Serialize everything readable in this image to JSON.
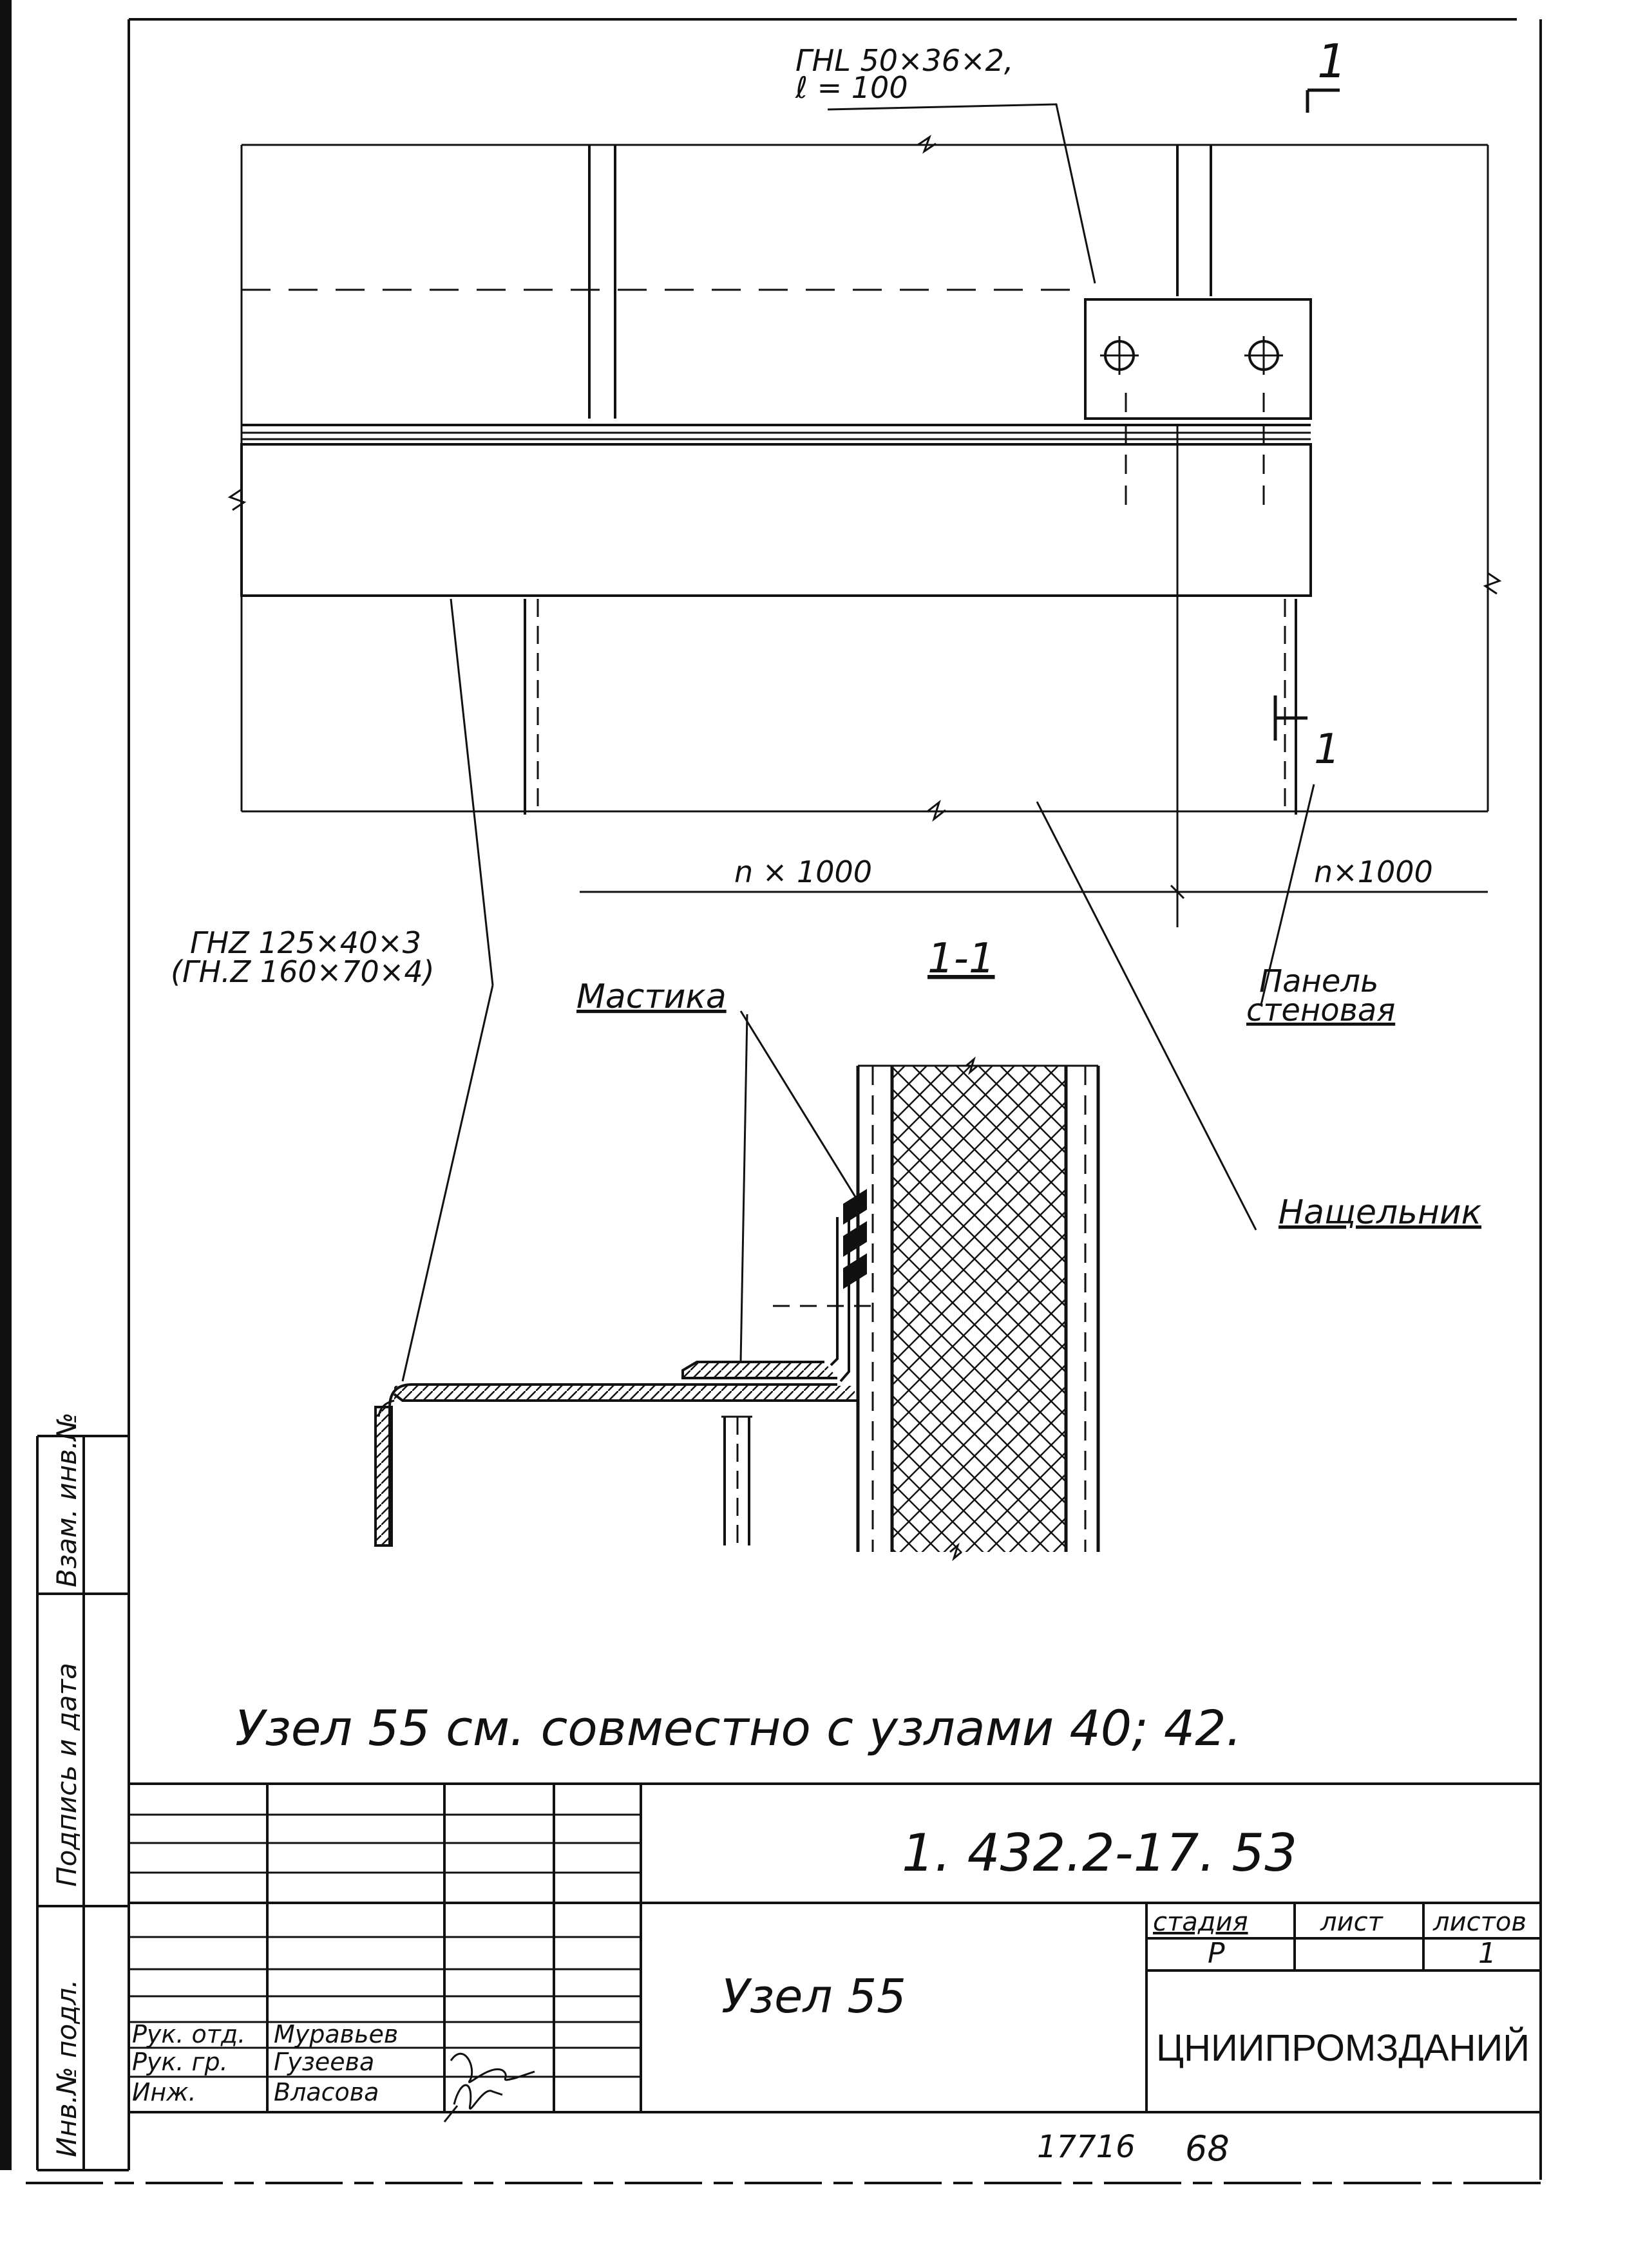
{
  "labels": {
    "angle_top": "ГНL 50×36×2,",
    "angle_top_len": "ℓ = 100",
    "section_mark_top": "1",
    "section_mark_side": "1",
    "dim_left": "n × 1000",
    "dim_right": "n×1000",
    "z_profile_1": "ГНZ 125×40×3",
    "z_profile_2": "(ГН.Z 160×70×4)",
    "mastic": "Мастика",
    "section_title": "1-1",
    "wall_panel_1": "Панель",
    "wall_panel_2": "стеновая",
    "flashing": "Нащельник",
    "note": "Узел 55  см.  совместно  с  узлами  40; 42."
  },
  "side_stamps": {
    "inv_dup": "Взам. инв.№",
    "sign_date": "Подпись и дата",
    "inv_orig": "Инв.№ подл."
  },
  "title_block": {
    "doc_code": "1. 432.2-17.  53",
    "drawing_title": "Узел 55",
    "col_stage": "стадия",
    "col_sheet": "лист",
    "col_sheets": "листов",
    "stage_value": "Р",
    "sheets_value": "1",
    "organization": "ЦНИИПРОМЗДАНИЙ",
    "roles": [
      {
        "role": "Рук. отд.",
        "name": "Муравьев"
      },
      {
        "role": "Рук. гр.",
        "name": "Гузеева"
      },
      {
        "role": "Инж.",
        "name": "Власова"
      }
    ],
    "archive_no": "17716",
    "archive_page": "68"
  },
  "colors": {
    "ink": "#111111",
    "paper": "#ffffff"
  }
}
